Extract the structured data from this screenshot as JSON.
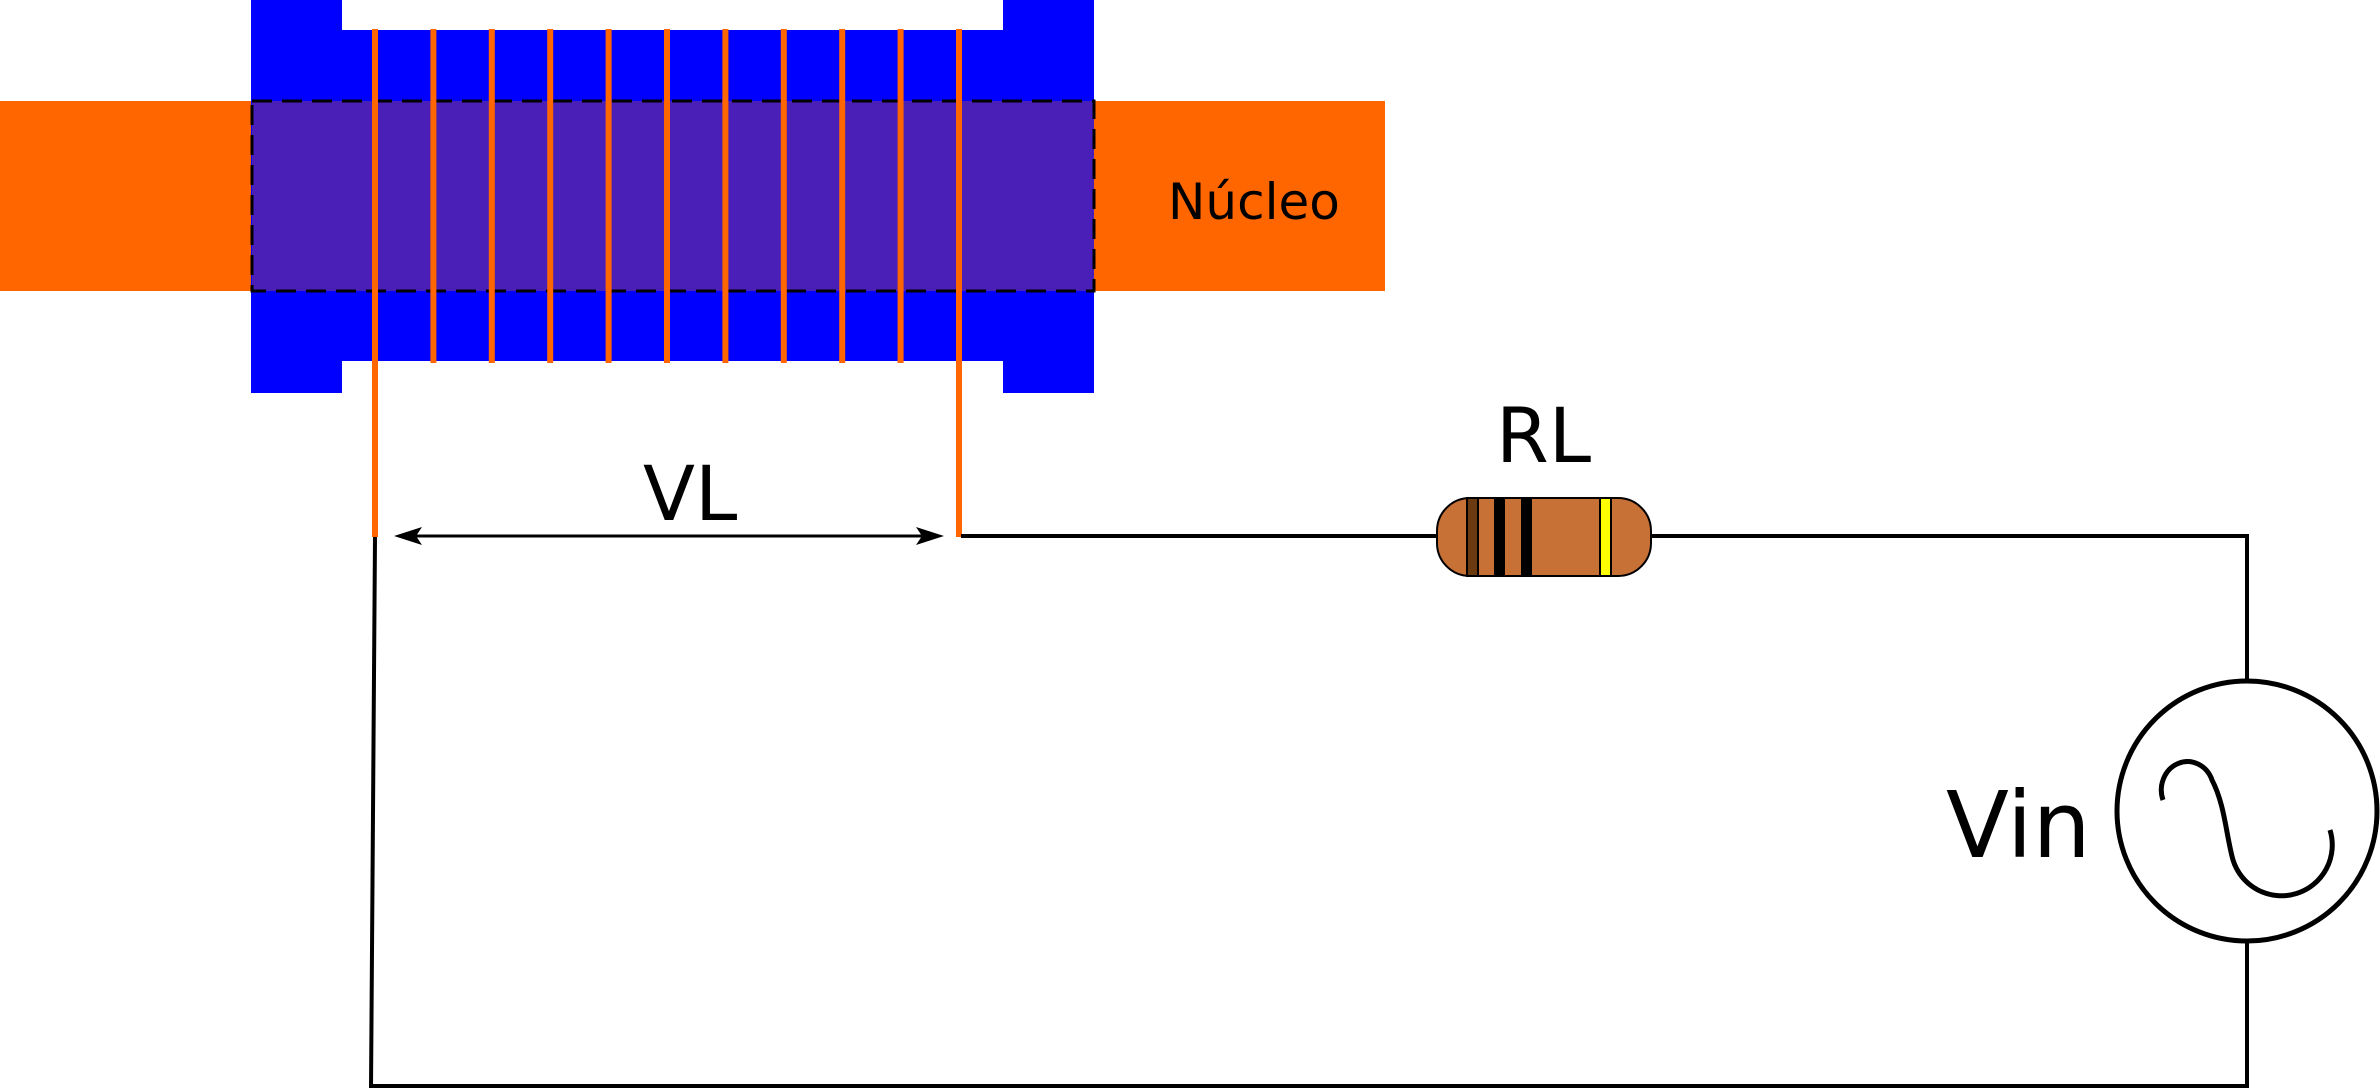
{
  "labels": {
    "core": "Núcleo",
    "vl": "VL",
    "rl": "RL",
    "vin": "Vin"
  },
  "colors": {
    "core": "#ff6600",
    "bobbin": "#0000ff",
    "core_overlap": "#4a1fb8",
    "winding": "#ff6600",
    "wire": "#000000",
    "resistor_body": "#c87137",
    "band1": "#6b3a10",
    "band2": "#000000",
    "band3": "#000000",
    "band4": "#ffff00"
  },
  "icons": {
    "inductor": "inductor-coil-icon",
    "resistor": "resistor-icon",
    "source": "ac-source-icon"
  }
}
